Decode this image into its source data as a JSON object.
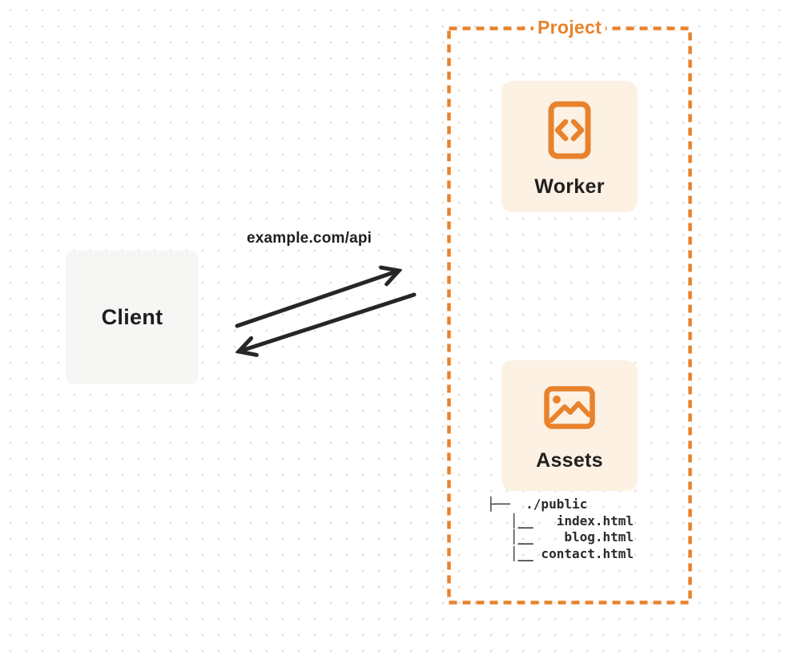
{
  "colors": {
    "accent_orange": "#e8822c",
    "card_cream": "#fdf1e4",
    "client_gray": "#f6f6f4",
    "arrow_black": "#262626",
    "dot_grid": "#e4e4e2"
  },
  "client": {
    "label": "Client"
  },
  "request": {
    "url_label": "example.com/api"
  },
  "project": {
    "label": "Project",
    "worker": {
      "label": "Worker",
      "icon": "code-document-icon"
    },
    "assets": {
      "label": "Assets",
      "icon": "image-icon"
    },
    "file_tree": {
      "root": "./public",
      "files": [
        "index.html",
        "blog.html",
        "contact.html"
      ],
      "lines": {
        "0": "├──  ./public",
        "1": "   │__   index.html",
        "2": "   │__    blog.html",
        "3": "   │__ contact.html"
      }
    }
  }
}
